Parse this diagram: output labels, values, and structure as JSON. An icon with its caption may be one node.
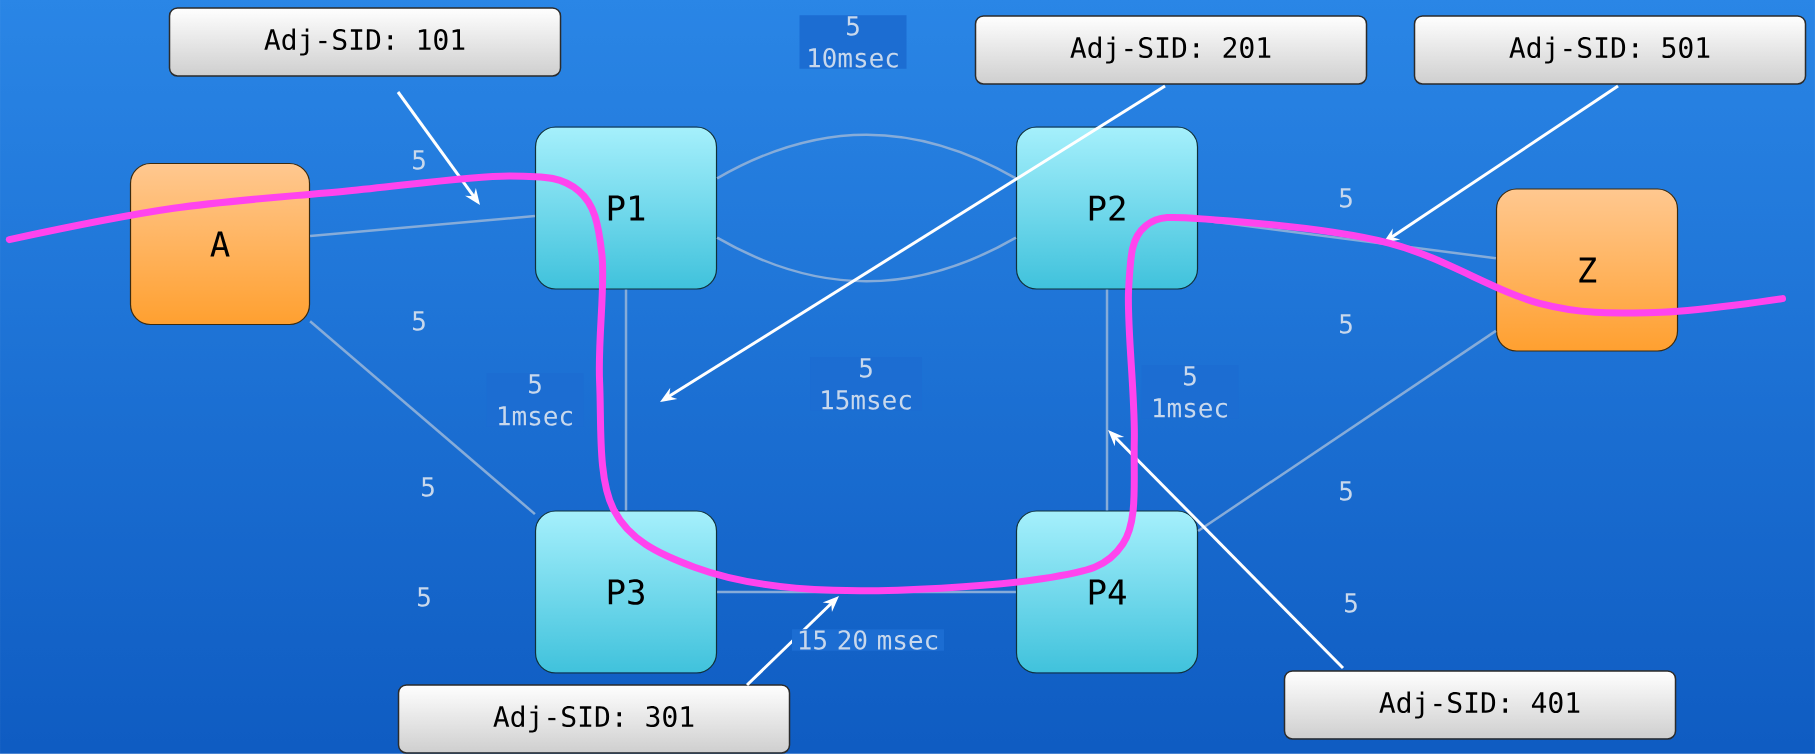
{
  "diagram": {
    "nodes": [
      {
        "text": [
          "Adj-SID: 101"
        ]
      },
      {
        "text": [
          "Adj-SID: 201"
        ]
      },
      {
        "text": [
          "Adj-SID: 501"
        ]
      },
      {
        "text": [
          "A"
        ]
      },
      {
        "text": [
          "P1"
        ]
      },
      {
        "text": [
          "P2"
        ]
      },
      {
        "text": [
          "Z"
        ]
      },
      {
        "text": [
          "P3"
        ]
      },
      {
        "text": [
          "P4"
        ]
      },
      {
        "text": [
          "Adj-SID: 301"
        ]
      },
      {
        "text": [
          "Adj-SID: 401"
        ]
      }
    ],
    "edges": [
      {
        "from": 3,
        "to": 4,
        "arrow": "none"
      },
      {
        "from": 3,
        "to": 7,
        "arrow": "none"
      },
      {
        "from": 4,
        "to": 5,
        "arrow": "none",
        "label": "5 10msec"
      },
      {
        "from": 4,
        "to": 5,
        "arrow": "none",
        "label": "5 15msec"
      },
      {
        "from": 4,
        "to": 7,
        "arrow": "none",
        "label": "5 1msec"
      },
      {
        "from": 5,
        "to": 8,
        "arrow": "none",
        "label": "5 1msec"
      },
      {
        "from": 7,
        "to": 8,
        "arrow": "none",
        "label": "15 20 msec"
      },
      {
        "from": 5,
        "to": 6,
        "arrow": "none"
      },
      {
        "from": 8,
        "to": 6,
        "arrow": "none"
      },
      {
        "from": 0,
        "to": null,
        "arrow": "to",
        "color": "#ffffff"
      },
      {
        "from": 1,
        "to": null,
        "arrow": "to",
        "color": "#ffffff"
      },
      {
        "from": 2,
        "to": null,
        "arrow": "to",
        "color": "#ffffff"
      },
      {
        "from": 9,
        "to": null,
        "arrow": "to",
        "color": "#ffffff"
      },
      {
        "from": 10,
        "to": null,
        "arrow": "to",
        "color": "#ffffff"
      }
    ],
    "labels": [
      "5",
      "5",
      "5",
      "5",
      "5",
      "5",
      "5",
      "5"
    ]
  }
}
